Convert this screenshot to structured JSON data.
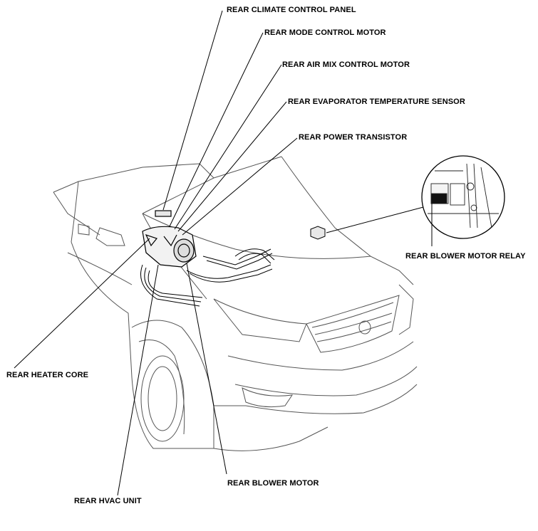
{
  "labels": {
    "rear_climate_control_panel": "REAR CLIMATE CONTROL PANEL",
    "rear_mode_control_motor": "REAR MODE CONTROL MOTOR",
    "rear_air_mix_control_motor": "REAR AIR MIX CONTROL MOTOR",
    "rear_evaporator_temperature_sensor": "REAR EVAPORATOR TEMPERATURE SENSOR",
    "rear_power_transistor": "REAR POWER TRANSISTOR",
    "rear_blower_motor_relay": "REAR BLOWER MOTOR RELAY",
    "rear_heater_core": "REAR HEATER CORE",
    "rear_blower_motor": "REAR BLOWER MOTOR",
    "rear_hvac_unit": "REAR HVAC UNIT"
  }
}
